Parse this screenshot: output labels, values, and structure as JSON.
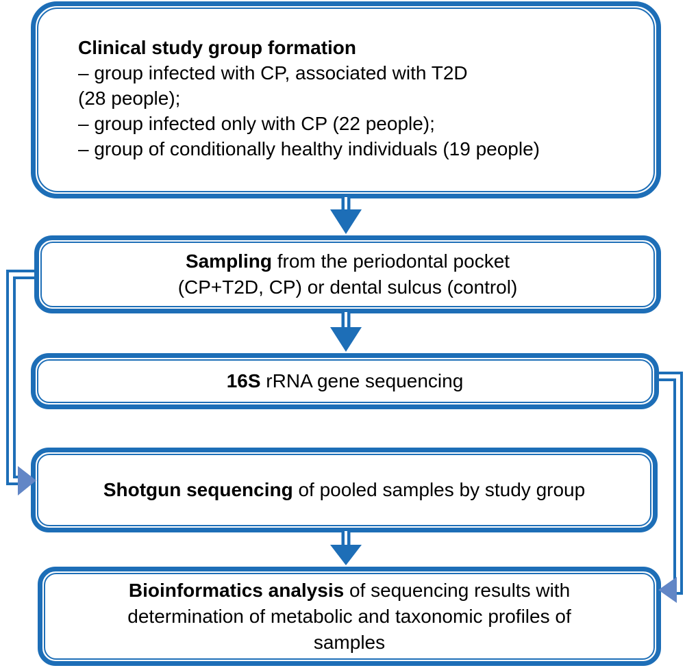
{
  "colors": {
    "accent": "#1d6eb7",
    "arrow_light": "#6286c6",
    "box_bg": "#ffffff",
    "text": "#000000"
  },
  "boxes": {
    "step1": {
      "title": "Clinical study group formation",
      "lines": [
        "– group infected with CP, associated with T2D",
        "(28 people);",
        "– group infected only with CP (22 people);",
        "– group of conditionally healthy individuals (19 people)"
      ]
    },
    "step2": {
      "bold": "Sampling",
      "rest": " from the periodontal pocket",
      "line2": "(CP+T2D, CP) or dental sulcus (control)"
    },
    "step3": {
      "bold": "16S",
      "rest": " rRNA gene sequencing"
    },
    "step4": {
      "bold": "Shotgun sequencing",
      "rest": " of pooled samples by study group"
    },
    "step5": {
      "bold": "Bioinformatics analysis",
      "rest": " of sequencing results with",
      "line2": "determination of metabolic and taxonomic profiles of",
      "line3": "samples"
    }
  }
}
